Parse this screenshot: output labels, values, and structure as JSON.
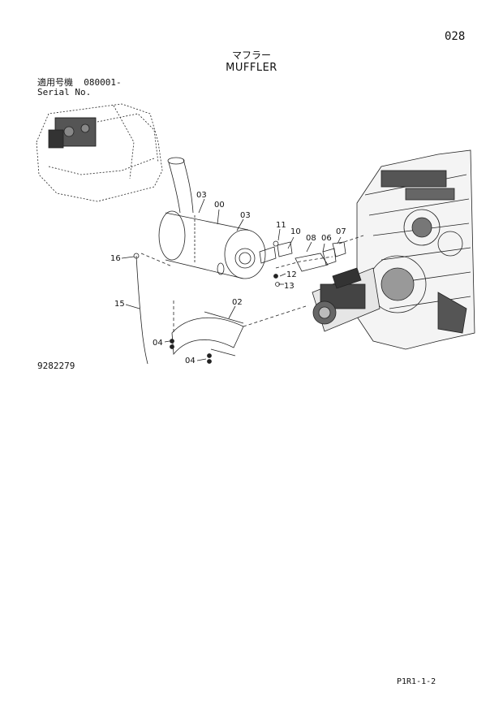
{
  "page_number": "028",
  "title_japanese": "マフラー",
  "title_english": "MUFFLER",
  "serial": {
    "label_japanese": "適用号機",
    "value": "080001-",
    "label_english": "Serial No."
  },
  "drawing_number": "9282279",
  "footer_code": "P1R1-1-2",
  "callouts": [
    "03",
    "00",
    "03",
    "11",
    "10",
    "08",
    "06",
    "07",
    "16",
    "12",
    "13",
    "15",
    "02",
    "04",
    "04"
  ]
}
